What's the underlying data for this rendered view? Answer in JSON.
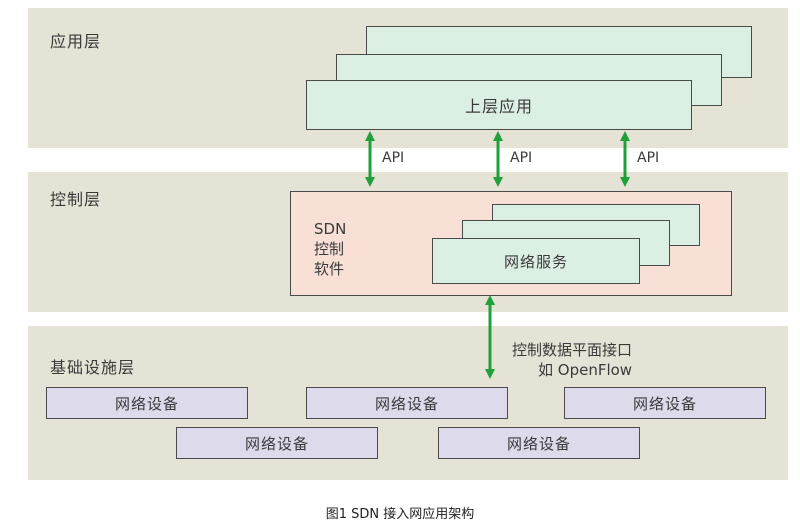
{
  "layers": {
    "app": {
      "label": "应用层"
    },
    "control": {
      "label": "控制层"
    },
    "infra": {
      "label": "基础设施层"
    }
  },
  "app_layer": {
    "box_label": "上层应用"
  },
  "api_labels": [
    "API",
    "API",
    "API"
  ],
  "control_layer": {
    "sdn_line1": "SDN",
    "sdn_line2": "控制",
    "sdn_line3": "软件",
    "service_label": "网络服务"
  },
  "interface": {
    "line1": "控制数据平面接口",
    "line2": "如 OpenFlow"
  },
  "devices": [
    "网络设备",
    "网络设备",
    "网络设备",
    "网络设备",
    "网络设备"
  ],
  "caption": "图1   SDN 接入网应用架构",
  "colors": {
    "layer_bg": "#e4e3d6",
    "app_box": "#dcefe3",
    "control_panel": "#f8e0d6",
    "device_box": "#dcdaeb",
    "arrow": "#1fa03a"
  }
}
